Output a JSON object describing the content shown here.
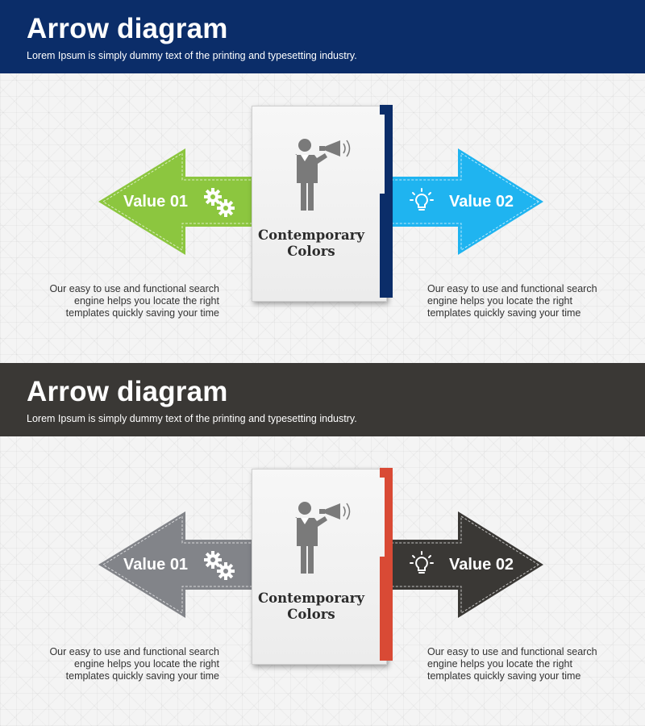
{
  "sections": [
    {
      "title": "Arrow diagram",
      "subtitle": "Lorem Ipsum is simply dummy text of the printing and typesetting industry.",
      "banner_color": "#0b2d69",
      "left_arrow": {
        "label": "Value 01",
        "color": "#8cc63f",
        "icon": "gears-icon"
      },
      "right_arrow": {
        "label": "Value 02",
        "color": "#1fb4f0",
        "icon": "lightbulb-icon"
      },
      "card": {
        "title_line1": "Contemporary",
        "title_line2": "Colors",
        "accent": "#0b2d69",
        "icon": "person-megaphone-icon"
      },
      "left_caption": [
        "Our easy to use and functional search",
        "engine helps you locate the right",
        "templates quickly saving your time"
      ],
      "right_caption": [
        "Our easy to use and functional search",
        "engine helps you locate the right",
        "templates quickly saving your time"
      ]
    },
    {
      "title": "Arrow diagram",
      "subtitle": "Lorem Ipsum is simply dummy text of the printing and typesetting industry.",
      "banner_color": "#3a3835",
      "left_arrow": {
        "label": "Value 01",
        "color": "#828489",
        "icon": "gears-icon"
      },
      "right_arrow": {
        "label": "Value 02",
        "color": "#3a3835",
        "icon": "lightbulb-icon"
      },
      "card": {
        "title_line1": "Contemporary",
        "title_line2": "Colors",
        "accent": "#d94a35",
        "icon": "person-megaphone-icon"
      },
      "left_caption": [
        "Our easy to use and functional search",
        "engine helps you locate the right",
        "templates quickly saving your time"
      ],
      "right_caption": [
        "Our easy to use and functional search",
        "engine helps you locate the right",
        "templates quickly saving your time"
      ]
    }
  ]
}
